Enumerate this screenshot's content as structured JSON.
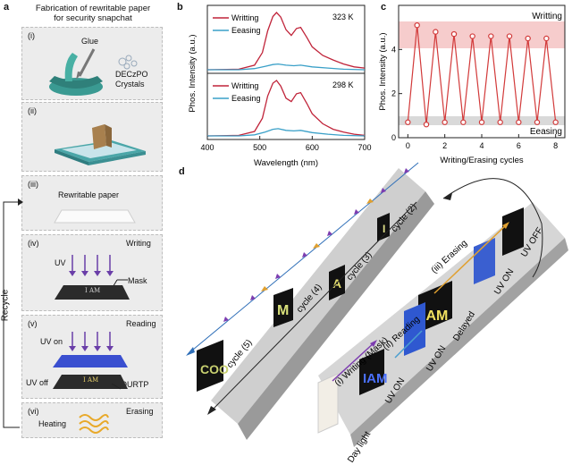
{
  "panel_a": {
    "letter": "a",
    "title_line1": "Fabrication of rewritable paper",
    "title_line2": "for security snapchat",
    "steps": [
      {
        "num": "(i)",
        "labels": [
          "Glue",
          "DECzPO",
          "Crystals"
        ]
      },
      {
        "num": "(ii)"
      },
      {
        "num": "(iii)",
        "name": "Rewritable paper"
      },
      {
        "num": "(iv)",
        "name": "Writing",
        "uv": "UV",
        "mask": "Mask",
        "text": "I AM"
      },
      {
        "num": "(v)",
        "name": "Reading",
        "uv_on": "UV on",
        "uv_off": "UV off",
        "ourtp": "OURTP",
        "text": "I AM"
      },
      {
        "num": "(vi)",
        "name": "Erasing",
        "heating": "Heating"
      }
    ],
    "recycle": "Recycle"
  },
  "panel_b": {
    "letter": "b",
    "ylabel": "Phos. Intensity (a.u.)",
    "xlabel": "Wavelength (nm)",
    "colors": {
      "writing": "#c0243a",
      "erasing": "#3aa0c8"
    }
  },
  "panel_c": {
    "letter": "c",
    "ylabel": "Phos. Intensity (a.u.)",
    "xlabel": "Writing/Erasing cycles",
    "writing_label": "Writting",
    "erasing_label": "Eeasing",
    "colors": {
      "line": "#d23a3a",
      "band_top": "#f6cccc",
      "band_bottom": "#d9d9d9"
    }
  },
  "panel_d": {
    "letter": "d",
    "upper": [
      "cycle (2)",
      "cycle (3)",
      "cycle (4)",
      "cycle (5)"
    ],
    "upper_glyphs": [
      "I",
      "A",
      "M",
      "COO"
    ],
    "lower_left": [
      "(i) Writing (Mask)",
      "(ii) Reading",
      "(iii) Erasing"
    ],
    "lower_right": [
      "UV OFF",
      "UV ON",
      "Delayed",
      "UV ON",
      "UV ON",
      "Day light"
    ],
    "glyph_iam": "IAM"
  },
  "chart_data": [
    {
      "type": "line",
      "panel": "b-top",
      "title": "323 K",
      "xlabel": "Wavelength (nm)",
      "ylabel": "Phos. Intensity (a.u.)",
      "xlim": [
        400,
        700
      ],
      "x_ticks": [
        400,
        500,
        600,
        700
      ],
      "legend": "top-left",
      "series": [
        {
          "name": "Writting",
          "color": "#c0243a",
          "x": [
            400,
            460,
            490,
            505,
            515,
            525,
            532,
            540,
            550,
            560,
            570,
            578,
            590,
            600,
            620,
            640,
            660,
            680,
            700
          ],
          "y": [
            0.0,
            0.01,
            0.08,
            0.3,
            0.68,
            0.93,
            1.0,
            0.92,
            0.7,
            0.6,
            0.72,
            0.74,
            0.56,
            0.4,
            0.25,
            0.17,
            0.1,
            0.05,
            0.03
          ]
        },
        {
          "name": "Eeasing",
          "color": "#3aa0c8",
          "x": [
            400,
            460,
            490,
            510,
            525,
            535,
            550,
            565,
            578,
            600,
            630,
            660,
            700
          ],
          "y": [
            0.0,
            0.0,
            0.02,
            0.06,
            0.09,
            0.1,
            0.08,
            0.07,
            0.08,
            0.05,
            0.03,
            0.01,
            0.0
          ]
        }
      ]
    },
    {
      "type": "line",
      "panel": "b-bottom",
      "title": "298 K",
      "xlabel": "Wavelength (nm)",
      "ylabel": "Phos. Intensity (a.u.)",
      "xlim": [
        400,
        700
      ],
      "x_ticks": [
        400,
        500,
        600,
        700
      ],
      "legend": "top-left",
      "series": [
        {
          "name": "Writting",
          "color": "#c0243a",
          "x": [
            400,
            460,
            490,
            505,
            515,
            525,
            532,
            540,
            550,
            560,
            570,
            578,
            590,
            600,
            620,
            640,
            660,
            680,
            700
          ],
          "y": [
            0.0,
            0.01,
            0.08,
            0.32,
            0.72,
            0.95,
            1.0,
            0.9,
            0.68,
            0.62,
            0.76,
            0.78,
            0.58,
            0.4,
            0.22,
            0.12,
            0.07,
            0.03,
            0.01
          ]
        },
        {
          "name": "Eeasing",
          "color": "#3aa0c8",
          "x": [
            400,
            460,
            490,
            510,
            525,
            535,
            550,
            565,
            578,
            600,
            630,
            660,
            700
          ],
          "y": [
            0.0,
            0.0,
            0.02,
            0.07,
            0.12,
            0.13,
            0.1,
            0.09,
            0.1,
            0.06,
            0.03,
            0.01,
            0.0
          ]
        }
      ]
    },
    {
      "type": "line",
      "panel": "c",
      "xlabel": "Writing/Erasing cycles",
      "ylabel": "Phos. Intensity (a.u.)",
      "xlim": [
        -0.5,
        8.5
      ],
      "ylim": [
        0,
        6
      ],
      "x_ticks": [
        0,
        2,
        4,
        6,
        8
      ],
      "y_ticks": [
        0,
        2,
        4
      ],
      "series": [
        {
          "name": "",
          "color": "#d23a3a",
          "x": [
            0,
            0.5,
            1,
            1.5,
            2,
            2.5,
            3,
            3.5,
            4,
            4.5,
            5,
            5.5,
            6,
            6.5,
            7,
            7.5,
            8
          ],
          "y": [
            0.7,
            5.1,
            0.6,
            4.8,
            0.7,
            4.7,
            0.7,
            4.6,
            0.7,
            4.6,
            0.7,
            4.6,
            0.7,
            4.5,
            0.7,
            4.5,
            0.7
          ]
        }
      ]
    }
  ]
}
